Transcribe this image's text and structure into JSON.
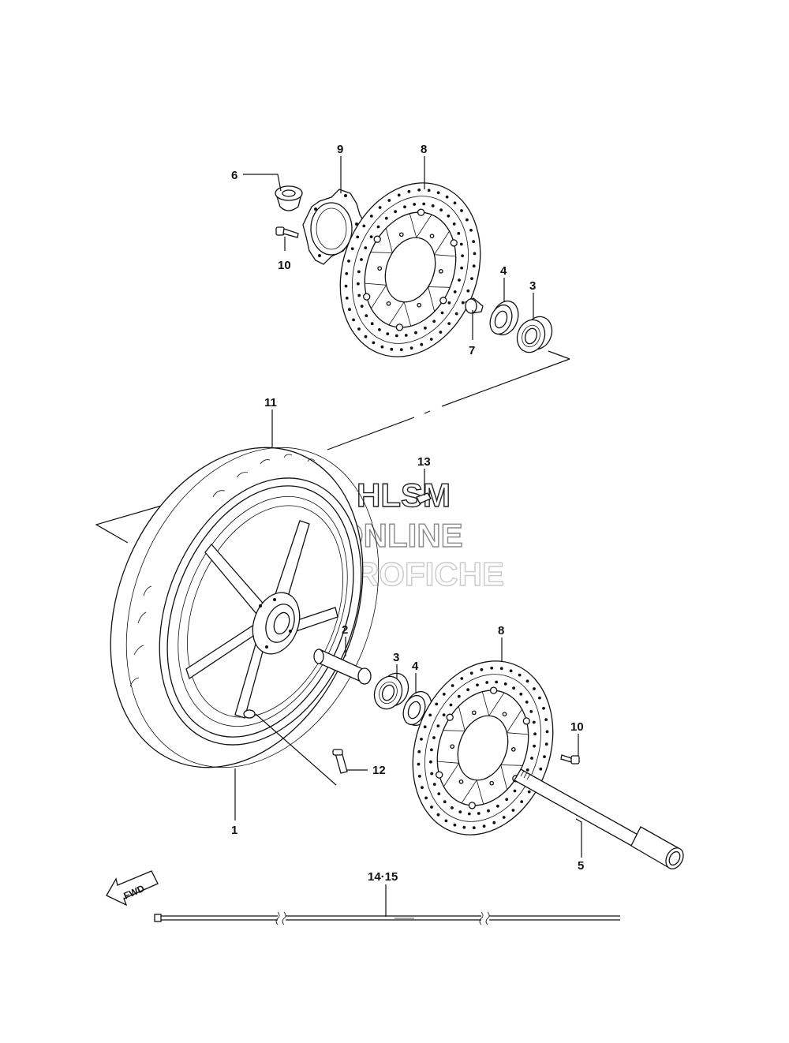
{
  "watermark": {
    "line1": "HLSM",
    "line2": "ONLINE",
    "line3": "MICROFICHE"
  },
  "fwd_arrow": {
    "label": "FWD"
  },
  "callouts": {
    "c6": "6",
    "c9": "9",
    "c8_top": "8",
    "c10_top": "10",
    "c4_top": "4",
    "c3_top": "3",
    "c7": "7",
    "c11": "11",
    "c13": "13",
    "c2": "2",
    "c3_bottom": "3",
    "c4_bottom": "4",
    "c8_bottom": "8",
    "c10_bottom": "10",
    "c12": "12",
    "c1": "1",
    "c5": "5",
    "c14_15": "14·15"
  },
  "colors": {
    "line": "#111111",
    "background": "#ffffff"
  }
}
